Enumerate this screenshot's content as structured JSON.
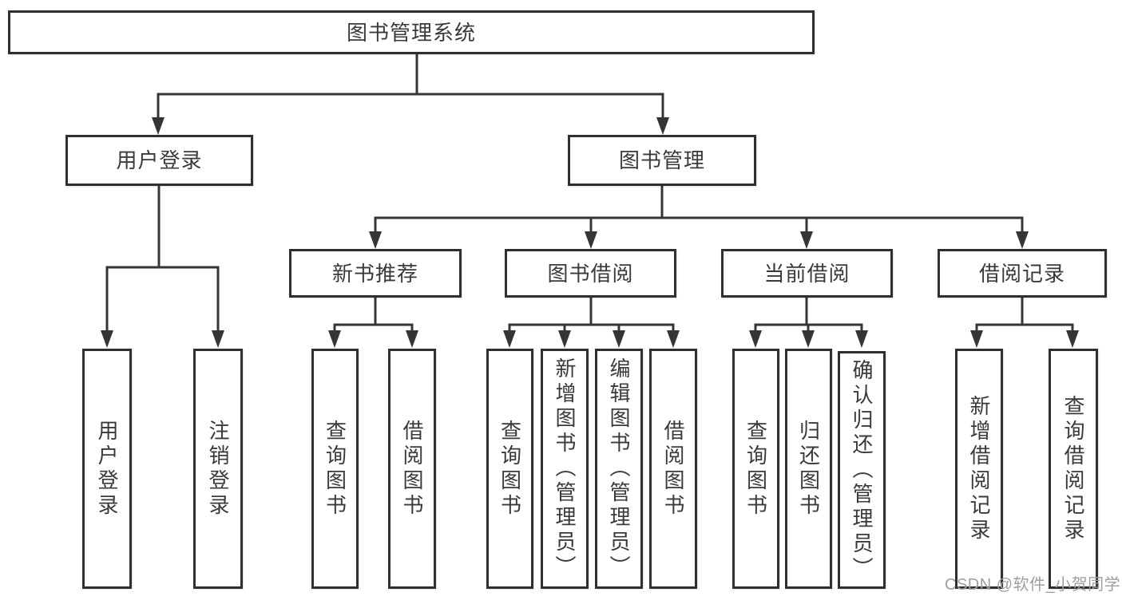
{
  "tree": {
    "label": "图书管理系统",
    "children": [
      {
        "label": "用户登录",
        "children": [
          {
            "label": "用户登录"
          },
          {
            "label": "注销登录"
          }
        ]
      },
      {
        "label": "图书管理",
        "children": [
          {
            "label": "新书推荐",
            "children": [
              {
                "label": "查询图书"
              },
              {
                "label": "借阅图书"
              }
            ]
          },
          {
            "label": "图书借阅",
            "children": [
              {
                "label": "查询图书"
              },
              {
                "label": "新增图书（管理员）"
              },
              {
                "label": "编辑图书（管理员）"
              },
              {
                "label": "借阅图书"
              }
            ]
          },
          {
            "label": "当前借阅",
            "children": [
              {
                "label": "查询图书"
              },
              {
                "label": "归还图书"
              },
              {
                "label": "确认归还（管理员）"
              }
            ]
          },
          {
            "label": "借阅记录",
            "children": [
              {
                "label": "新增借阅记录"
              },
              {
                "label": "查询借阅记录"
              }
            ]
          }
        ]
      }
    ]
  },
  "watermark": {
    "text": "CSDN @软件_小贺同学"
  },
  "colors": {
    "line": "#353535",
    "border": "#2f2f2f",
    "text": "#3a3a3a",
    "watermark": "#9f9f9f"
  }
}
